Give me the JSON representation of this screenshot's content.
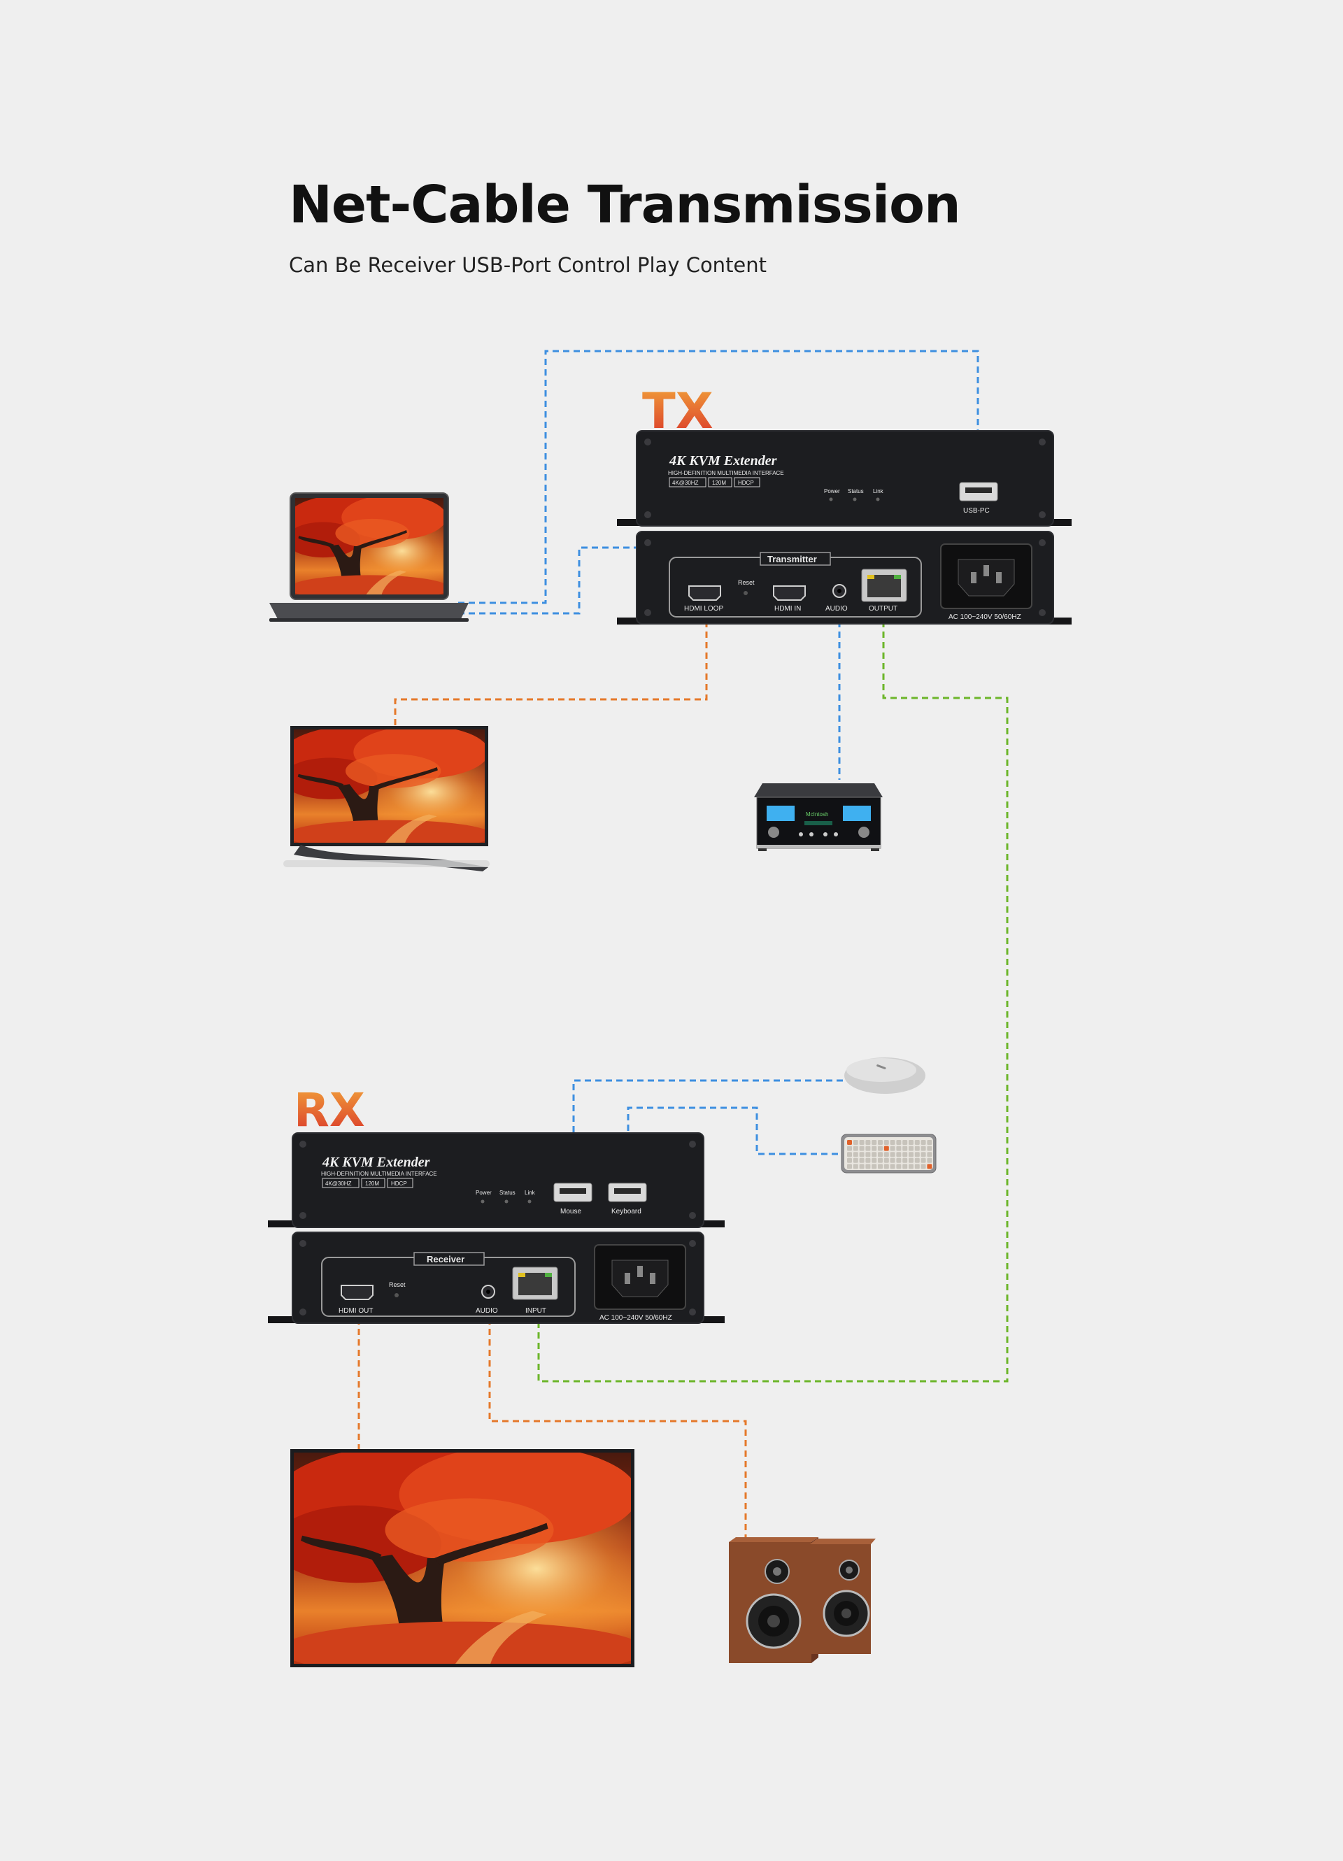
{
  "header": {
    "title": "Net-Cable Transmission",
    "subtitle": "Can Be Receiver USB-Port Control Play Content"
  },
  "tx": {
    "badge": "TX",
    "product_name": "4K KVM Extender",
    "product_sub": "HIGH-DEFINITION MULTIMEDIA INTERFACE",
    "specs": [
      "4K@30HZ",
      "120M",
      "HDCP"
    ],
    "led_labels": [
      "Power",
      "Status",
      "Link"
    ],
    "usb_label": "USB-PC",
    "panel_label": "Transmitter",
    "reset_label": "Reset",
    "port_hdmi_loop": "HDMI LOOP",
    "port_hdmi_in": "HDMI IN",
    "port_audio": "AUDIO",
    "port_output": "OUTPUT",
    "power_label": "AC 100~240V 50/60HZ"
  },
  "rx": {
    "badge": "RX",
    "product_name": "4K KVM Extender",
    "product_sub": "HIGH-DEFINITION MULTIMEDIA INTERFACE",
    "specs": [
      "4K@30HZ",
      "120M",
      "HDCP"
    ],
    "led_labels": [
      "Power",
      "Status",
      "Link"
    ],
    "usb_mouse_label": "Mouse",
    "usb_keyboard_label": "Keyboard",
    "panel_label": "Receiver",
    "reset_label": "Reset",
    "port_hdmi_out": "HDMI OUT",
    "port_audio": "AUDIO",
    "port_input": "INPUT",
    "power_label": "AC 100~240V 50/60HZ"
  },
  "amplifier": {
    "brand": "McIntosh"
  },
  "colors": {
    "usb_line": "#3d8fe0",
    "hdmi_audio_line": "#e5782a",
    "network_line": "#6cb62a",
    "device_body": "#1c1d20",
    "tx_gradient": [
      "#f0a030",
      "#d9382b"
    ]
  }
}
